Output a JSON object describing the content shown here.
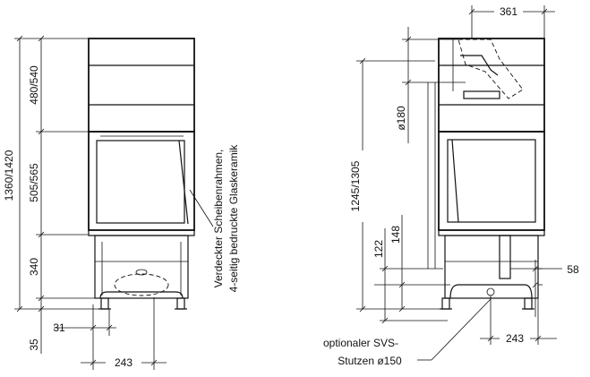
{
  "front_view": {
    "dim_total_height": "1360/1420",
    "dim_top_section": "480/540",
    "dim_glass_section": "505/565",
    "dim_base_section": "340",
    "dim_foot": "35",
    "dim_offset": "31",
    "dim_outlet_width": "243",
    "glass_note_line1": "Verdeckter Scheibenrahmen,",
    "glass_note_line2": "4-seitig bedruckte Glaskeramik"
  },
  "side_view": {
    "dim_top_width": "361",
    "dim_flue_diameter": "ø180",
    "dim_total_height": "1245/1305",
    "dim_lower_122": "122",
    "dim_lower_148": "148",
    "dim_right_58": "58",
    "dim_outlet_width": "243",
    "note_line1": "optionaler SVS-",
    "note_line2": "Stutzen ø150"
  }
}
